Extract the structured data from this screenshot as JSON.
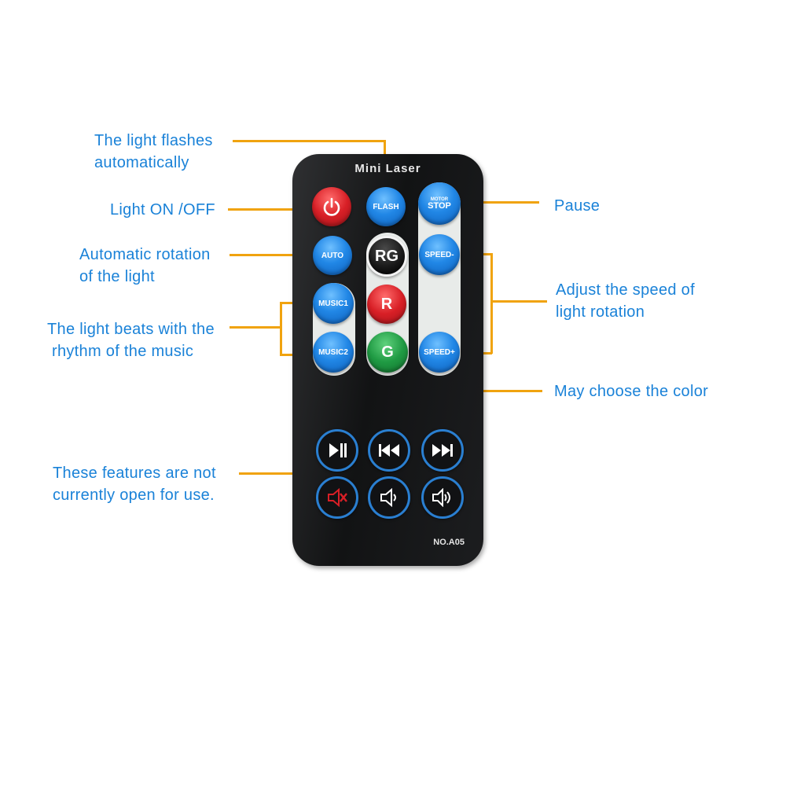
{
  "remote": {
    "title": "Mini Laser",
    "model": "NO.A05",
    "buttons": {
      "flash": "FLASH",
      "motor_top": "MOTOR",
      "motor_bottom": "STOP",
      "auto": "AUTO",
      "rg": "RG",
      "speed_minus": "SPEED-",
      "music1": "MUSIC1",
      "r": "R",
      "music2": "MUSIC2",
      "g": "G",
      "speed_plus": "SPEED+"
    }
  },
  "annotations": {
    "flash_line1": "The light flashes",
    "flash_line2": "automatically",
    "power": "Light ON /OFF",
    "auto_line1": "Automatic rotation",
    "auto_line2": "of the light",
    "music_line1": "The light beats with the",
    "music_line2": "rhythm of the music",
    "media_line1": "These features are not",
    "media_line2": "currently open for use.",
    "pause": "Pause",
    "speed_line1": "Adjust the speed of",
    "speed_line2": "light rotation",
    "color": "May choose the color"
  },
  "colors": {
    "annotation_text": "#1a82d8",
    "leader_line": "#f0a30f",
    "remote_body": "#1a1b1d",
    "button_blue": "#2187e6",
    "button_red": "#d81f26",
    "button_green": "#1f9a43"
  },
  "icons": {
    "power": "power-icon",
    "play_pause": "play-pause-icon",
    "previous": "previous-icon",
    "next": "next-icon",
    "mute": "mute-icon",
    "volume_down": "volume-down-icon",
    "volume_up": "volume-up-icon"
  }
}
